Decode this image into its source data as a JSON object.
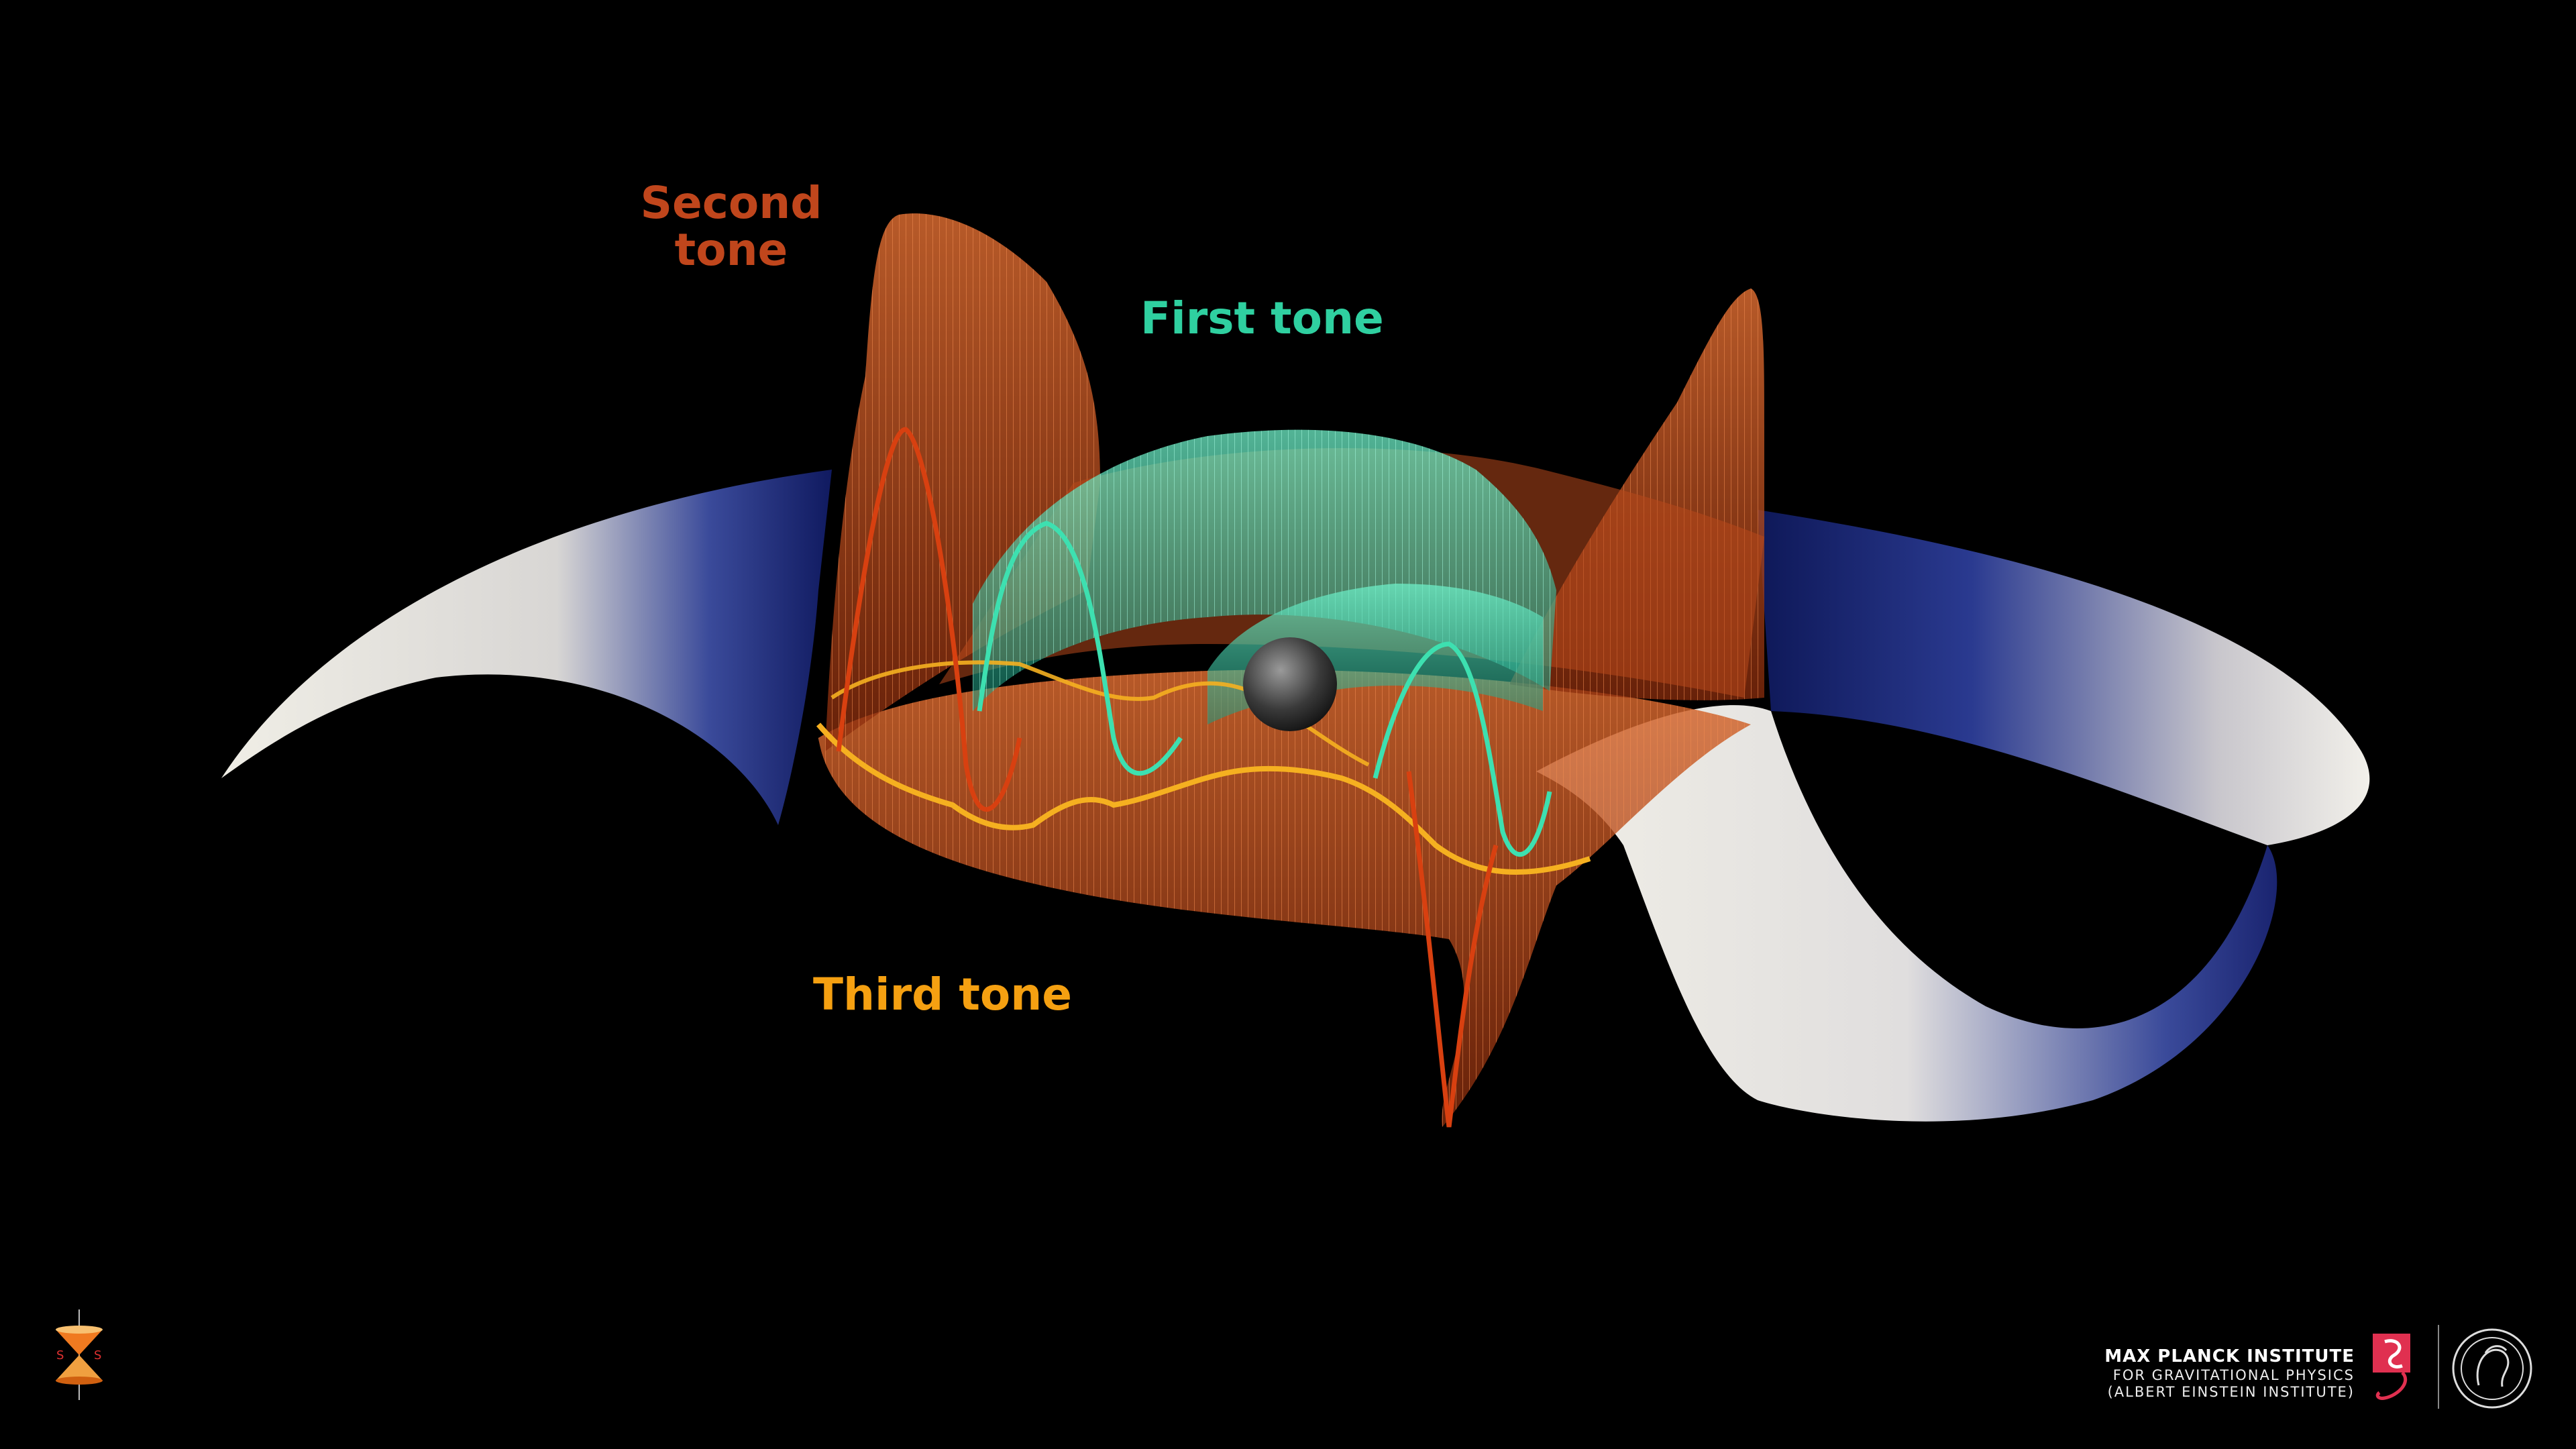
{
  "labels": {
    "second_tone_line1": "Second",
    "second_tone_line2": "tone",
    "first_tone": "First tone",
    "third_tone": "Third tone"
  },
  "institute": {
    "name": "MAX PLANCK INSTITUTE",
    "subtitle_line1": "FOR GRAVITATIONAL PHYSICS",
    "subtitle_line2": "(ALBERT EINSTEIN INSTITUTE)"
  },
  "colors": {
    "background": "#000000",
    "second_tone": "#c0461c",
    "first_tone": "#2fd0a0",
    "third_tone": "#f5a011",
    "waveform_surface": "#e8e4dc",
    "surface_shadow": "#1a2a80",
    "institute_red": "#e03050"
  },
  "icons": {
    "bottom_left_logo": "hourglass-lightcone-logo",
    "institute_logo": "aei-logo",
    "society_logo": "minerva-seal-logo"
  }
}
